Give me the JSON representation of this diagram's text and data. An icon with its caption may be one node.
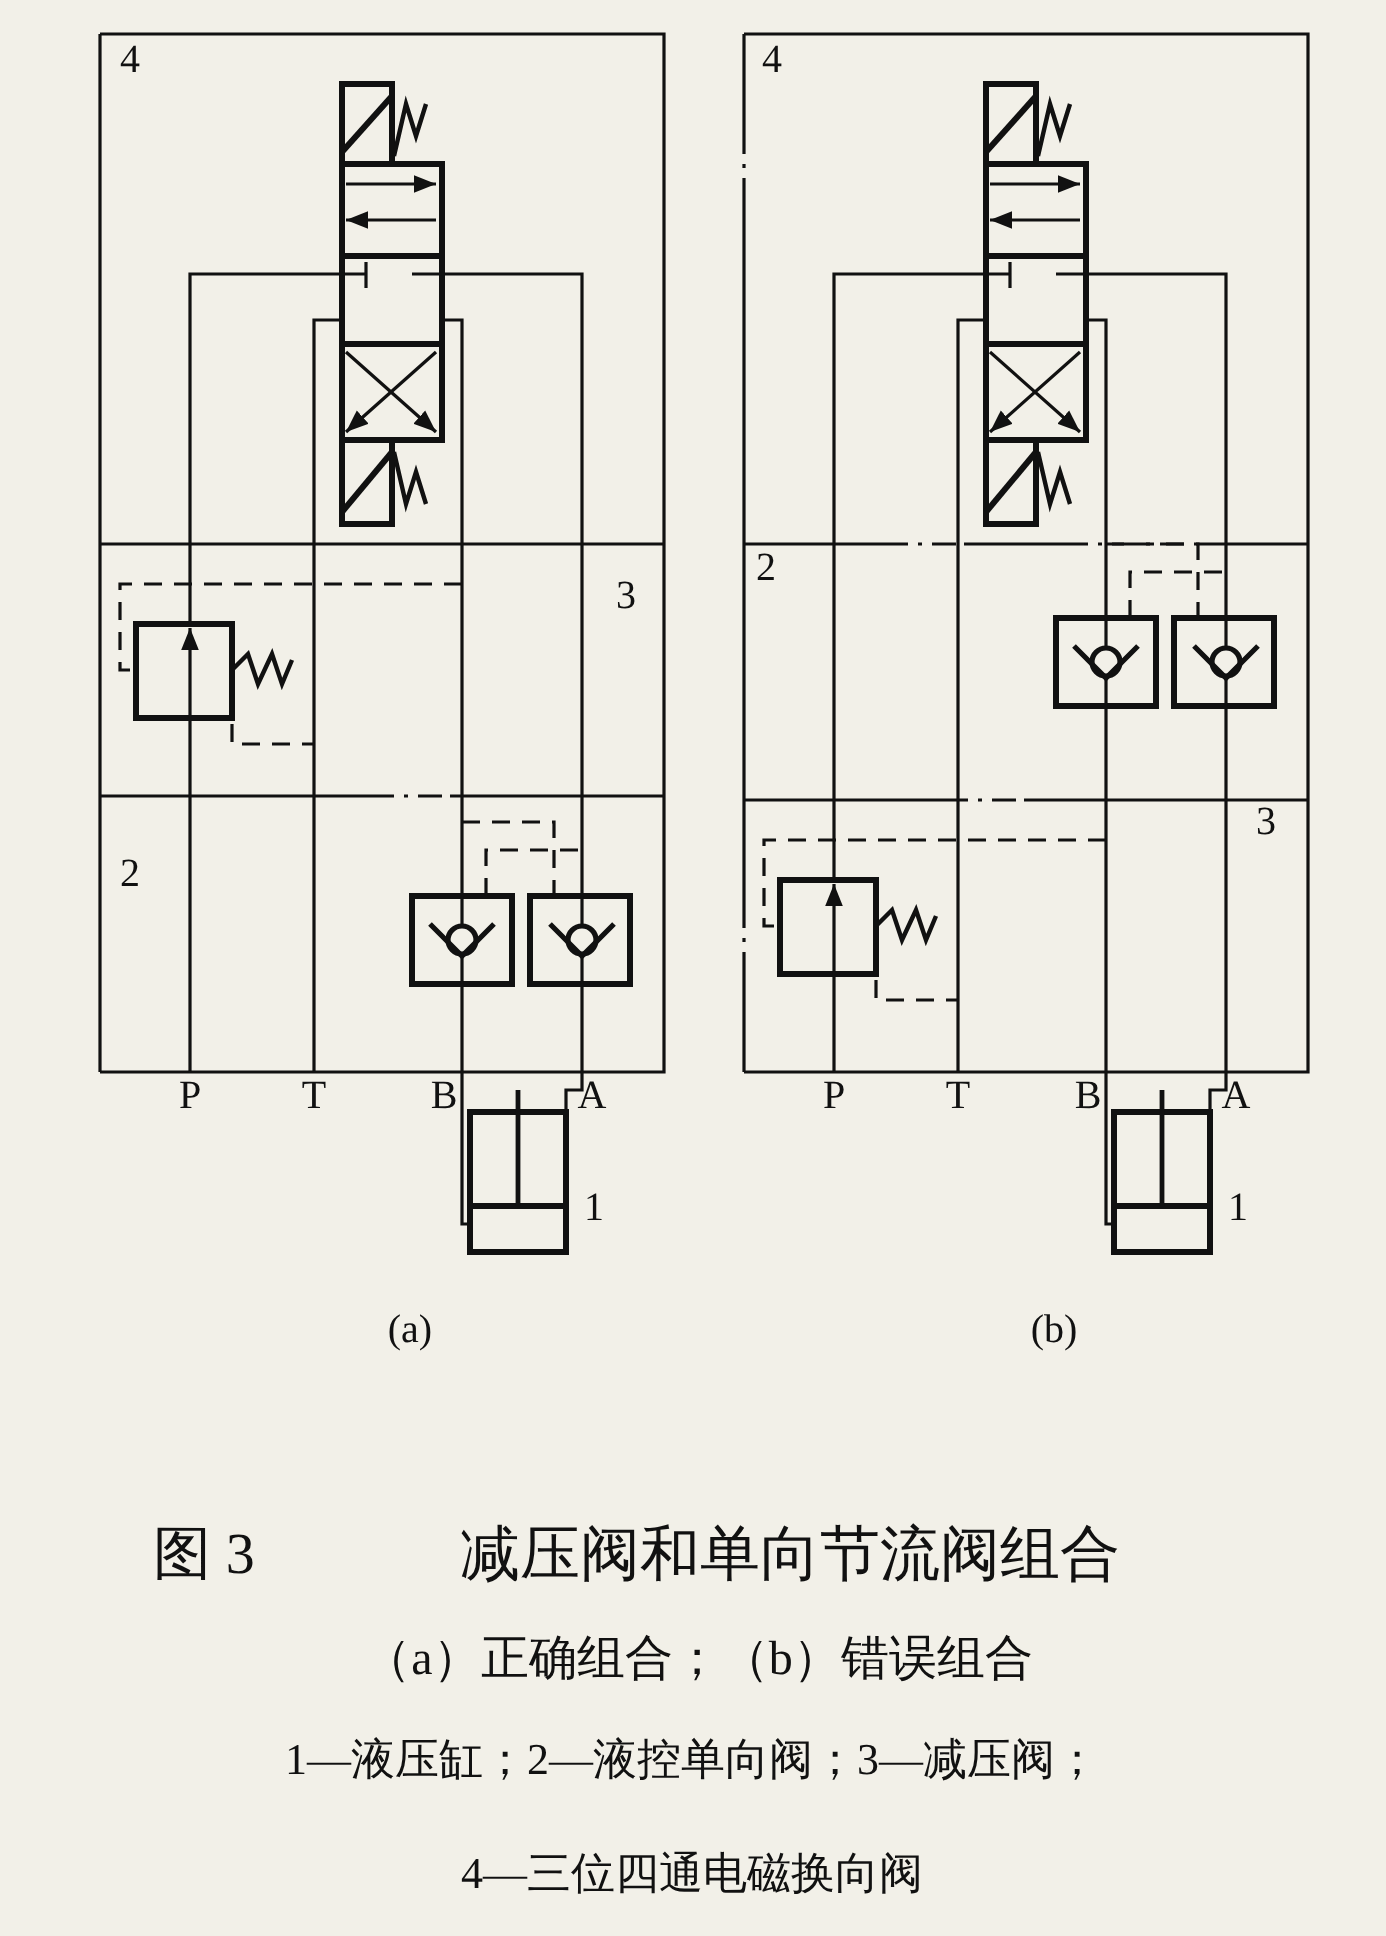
{
  "diagram": {
    "title": "减压阀和单向节流阀组合",
    "caption": "（a）正确组合；（b）错误组合",
    "labels": [
      "4",
      "3",
      "2",
      "P",
      "T",
      "B",
      "A",
      "1",
      "(a)",
      "4",
      "2",
      "3",
      "P",
      "T",
      "B",
      "A",
      "1",
      "(b)",
      "图 3",
      "1—液压缸；2—液控单向阀；3—减压阀；",
      "4—三位四通电磁换向阀"
    ]
  }
}
